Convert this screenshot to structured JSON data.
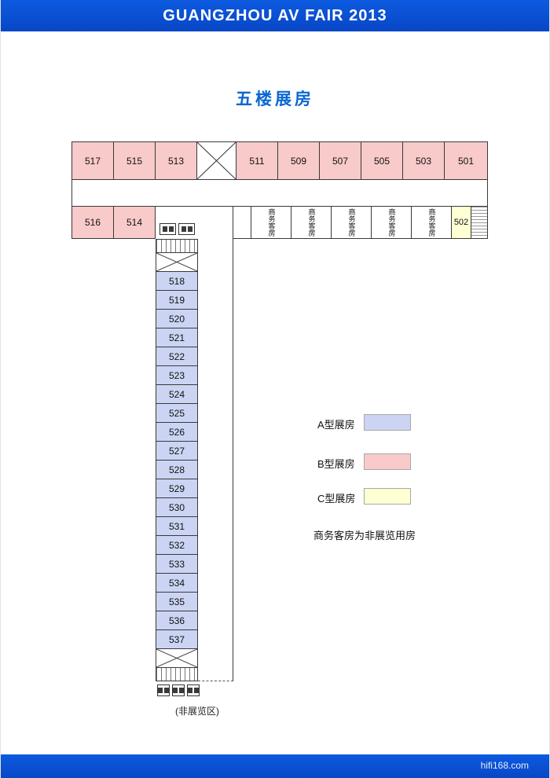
{
  "banner": {
    "title": "GUANGZHOU AV FAIR 2013"
  },
  "title": "五楼展房",
  "plan": {
    "top_rooms": [
      "517",
      "515",
      "513",
      "511",
      "509",
      "507",
      "505",
      "503",
      "501"
    ],
    "row2_rooms": [
      "516",
      "514"
    ],
    "business_rooms": [
      "商务客房",
      "商务客房",
      "商务客房",
      "商务客房",
      "商务客房"
    ],
    "room_502": "502",
    "column_rooms": [
      "518",
      "519",
      "520",
      "521",
      "522",
      "523",
      "524",
      "525",
      "526",
      "527",
      "528",
      "529",
      "530",
      "531",
      "532",
      "533",
      "534",
      "535",
      "536",
      "537"
    ],
    "non_exhibit_label": "(非展览区)"
  },
  "legend": {
    "items": [
      {
        "label": "A型展房",
        "color": "#ccd4f3"
      },
      {
        "label": "B型展房",
        "color": "#f9caca"
      },
      {
        "label": "C型展房",
        "color": "#ffffd4"
      }
    ],
    "note": "商务客房为非展览用房"
  },
  "footer": {
    "site": "hifi168.com"
  },
  "colors": {
    "banner": "#0a52d2",
    "type_a": "#ccd4f3",
    "type_b": "#f9caca",
    "type_c": "#ffffd4"
  }
}
